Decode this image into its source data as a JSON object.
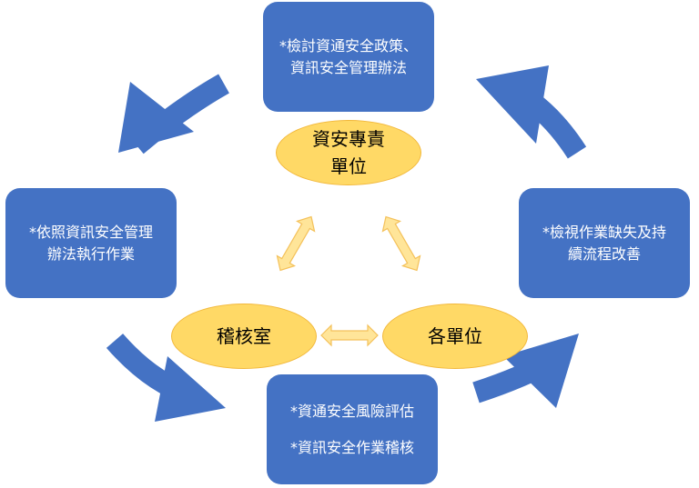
{
  "colors": {
    "box": "#4472c4",
    "box_text": "#ffffff",
    "ellipse_fill": "#ffd966",
    "ellipse_stroke": "#f2b83b",
    "double_arrow_fill": "#ffe599",
    "double_arrow_stroke": "#f4c15a",
    "cycle_arrow": "#4472c4"
  },
  "boxes": {
    "top": [
      "*檢討資通安全政策、",
      "資訊安全管理辦法"
    ],
    "left": [
      "*依照資訊安全管理",
      "辦法執行作業"
    ],
    "right": [
      "*檢視作業缺失及持",
      "續流程改善"
    ],
    "bottom": [
      "*資通安全風險評估",
      "*資訊安全作業稽核"
    ]
  },
  "units": {
    "top": [
      "資安專責",
      "單位"
    ],
    "left": [
      "稽核室"
    ],
    "right": [
      "各單位"
    ]
  },
  "icons": {
    "cycle_arrows": "curved-arrow",
    "links": "double-headed-arrow"
  }
}
